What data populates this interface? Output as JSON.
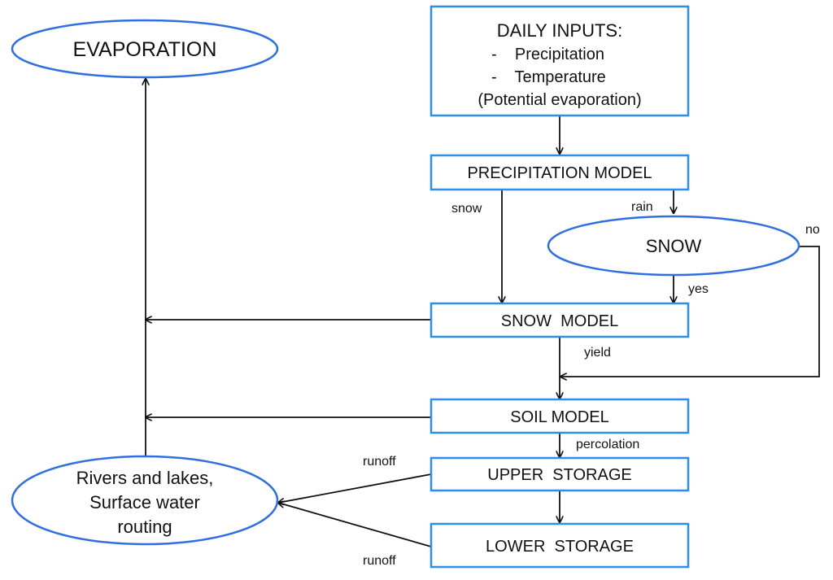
{
  "nodes": {
    "evaporation": "EVAPORATION",
    "daily_inputs": {
      "title": "DAILY INPUTS:",
      "items": [
        "-    Precipitation",
        "-    Temperature"
      ],
      "note": "(Potential evaporation)"
    },
    "precipitation_model": "PRECIPITATION MODEL",
    "snow": "SNOW",
    "snow_model": "SNOW  MODEL",
    "soil_model": "SOIL MODEL",
    "upper_storage": "UPPER  STORAGE",
    "lower_storage": "LOWER  STORAGE",
    "rivers": [
      "Rivers and lakes,",
      "Surface water",
      "routing"
    ]
  },
  "edge_labels": {
    "snow": "snow",
    "rain": "rain",
    "no": "no",
    "yes": "yes",
    "yield": "yield",
    "percolation": "percolation",
    "runoff_upper": "runoff",
    "runoff_lower": "runoff"
  }
}
